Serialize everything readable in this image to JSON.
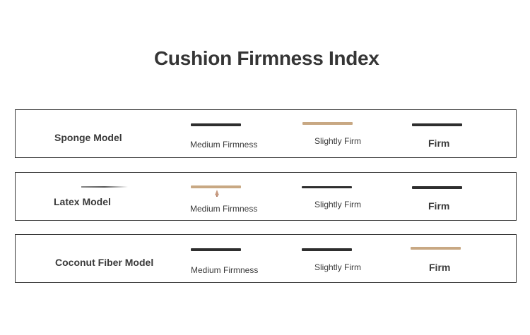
{
  "title": "Cushion Firmness Index",
  "colors": {
    "dark_bar": "#2e2e2e",
    "accent_bar": "#c8a883",
    "border": "#3a3a3a"
  },
  "rows": [
    {
      "label": "Sponge Model",
      "cells": [
        {
          "label": "Medium Firmness",
          "highlight": false
        },
        {
          "label": "Slightly Firm",
          "highlight": true
        },
        {
          "label": "Firm",
          "highlight": false
        }
      ]
    },
    {
      "label": "Latex Model",
      "cells": [
        {
          "label": "Medium Firmness",
          "highlight": true,
          "icon": "pin-icon"
        },
        {
          "label": "Slightly Firm",
          "highlight": false
        },
        {
          "label": "Firm",
          "highlight": false
        }
      ]
    },
    {
      "label": "Coconut Fiber Model",
      "cells": [
        {
          "label": "Medium Firmness",
          "highlight": false
        },
        {
          "label": "Slightly Firm",
          "highlight": false
        },
        {
          "label": "Firm",
          "highlight": true
        }
      ]
    }
  ]
}
